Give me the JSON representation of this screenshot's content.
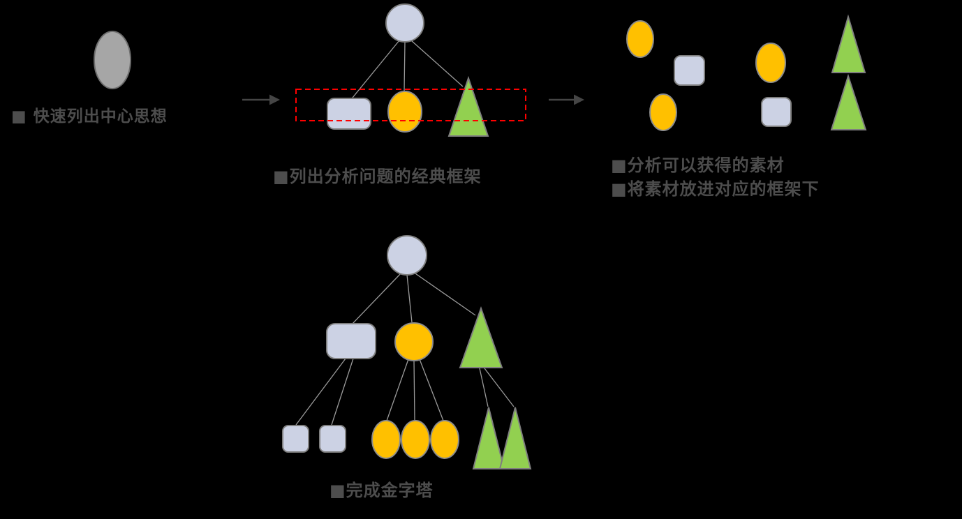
{
  "palette": {
    "background": "#000000",
    "caption": "#4d4d4d",
    "arrow": "#454545",
    "node-fill": "#ccd2e4",
    "node-stroke": "#7f7f7f",
    "gray-fill": "#a6a6a6",
    "gray-stroke": "#6e6e6e",
    "yellow-fill": "#ffc000",
    "yellow-stroke": "#8c8c8c",
    "green-fill": "#92d050",
    "green-stroke": "#7f7f7f",
    "connector": "#9a9a9a",
    "highlight": "#ff0000"
  },
  "captions": {
    "step1": "■ 快速列出中心思想",
    "step2": "■列出分析问题的经典框架",
    "step3_line1": "■分析可以获得的素材",
    "step3_line2": "■将素材放进对应的框架下",
    "step4": "■完成金字塔"
  }
}
